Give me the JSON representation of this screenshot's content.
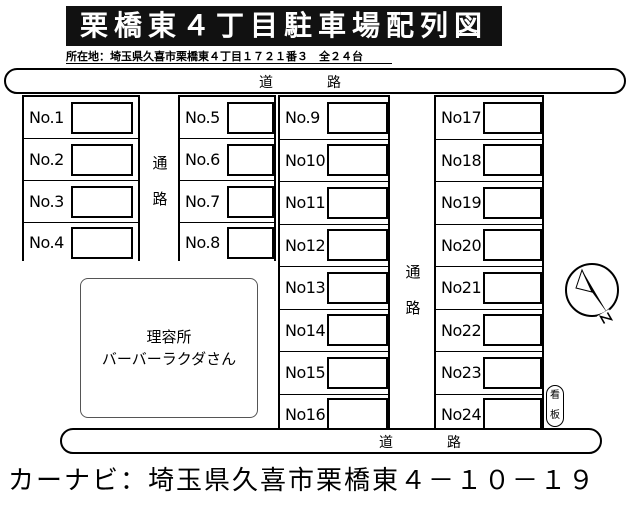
{
  "title": "栗橋東４丁目駐車場配列図",
  "address": "所在地：埼玉県久喜市栗橋東４丁目１７２１番３　全２４台",
  "road_label": "道　路",
  "passage_label": [
    "通",
    "路"
  ],
  "lots": {
    "col1": [
      "No.1",
      "No.2",
      "No.3",
      "No.4"
    ],
    "col2": [
      "No.5",
      "No.6",
      "No.7",
      "No.8"
    ],
    "col3": [
      "No.9",
      "No10",
      "No11",
      "No12",
      "No13",
      "No14",
      "No15",
      "No16"
    ],
    "col4": [
      "No17",
      "No18",
      "No19",
      "No20",
      "No21",
      "No22",
      "No23",
      "No24"
    ]
  },
  "barber": {
    "line1": "理容所",
    "line2": "バーバーラクダさん"
  },
  "signboard": [
    "看",
    "板"
  ],
  "navi_text": "カーナビ：埼玉県久喜市栗橋東４－１０－１９",
  "compass_icon": "north-arrow-icon"
}
